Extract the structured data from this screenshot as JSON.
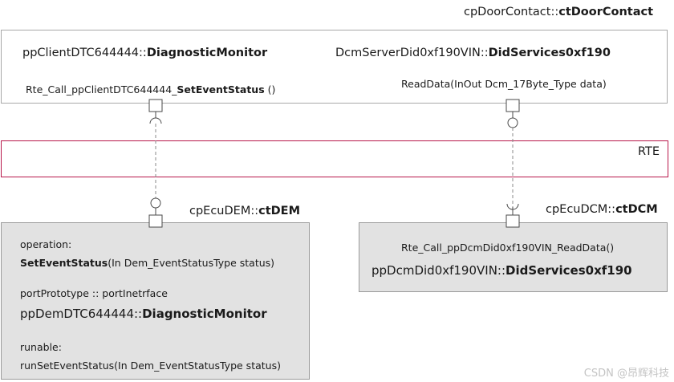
{
  "door_contact": {
    "prefix": "cpDoorContact::",
    "type": "ctDoorContact",
    "client_port": {
      "prefix": "ppClientDTC644444::",
      "interface": "DiagnosticMonitor",
      "call_prefix": "Rte_Call_ppClientDTC644444_",
      "call_op": "SetEventStatus",
      "call_suffix": " ()"
    },
    "server_port": {
      "prefix": "DcmServerDid0xf190VIN::",
      "interface": "DidServices0xf190",
      "operation": "ReadData(InOut Dcm_17Byte_Type data)"
    }
  },
  "rte": {
    "label": "RTE"
  },
  "dem": {
    "prefix": "cpEcuDEM::",
    "type": "ctDEM",
    "operation_heading": "operation:",
    "operation_name": "SetEventStatus",
    "operation_args": "(In Dem_EventStatusType status)",
    "port_prototype_label": "portPrototype :: portInetrface",
    "port_prefix": "ppDemDTC644444::",
    "port_interface": "DiagnosticMonitor",
    "runnable_heading": "runable:",
    "runnable_sig": "runSetEventStatus(In Dem_EventStatusType status)"
  },
  "dcm": {
    "prefix": "cpEcuDCM::",
    "type": "ctDCM",
    "call": "Rte_Call_ppDcmDid0xf190VIN_ReadData()",
    "port_prefix": "ppDcmDid0xf190VIN::",
    "port_interface": "DidServices0xf190"
  },
  "watermark": "CSDN @昂辉科技"
}
